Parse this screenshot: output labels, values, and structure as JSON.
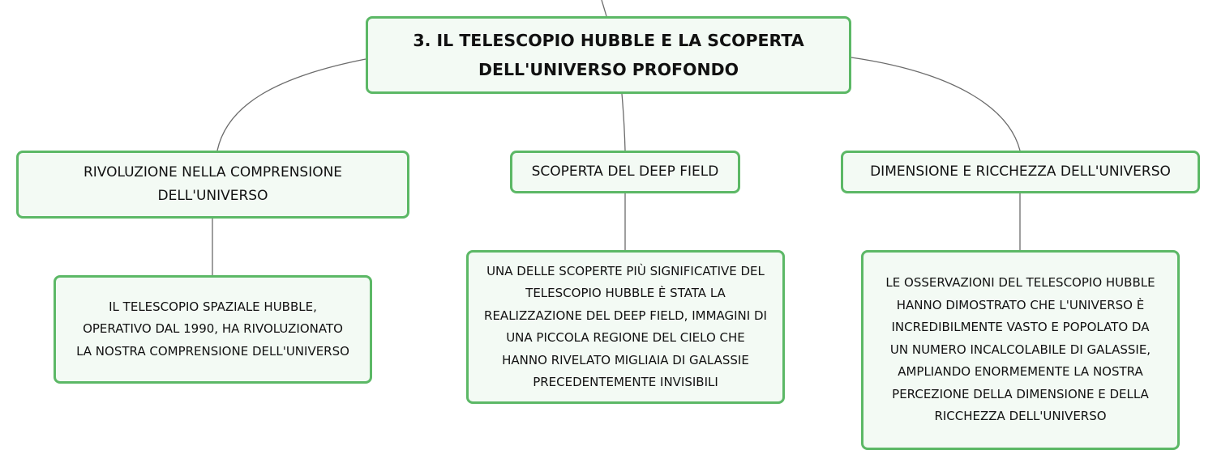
{
  "colors": {
    "node_border": "#5cb866",
    "node_fill": "#f3faf4",
    "connector": "#6b6b6b",
    "text": "#111111"
  },
  "root": {
    "label": "3. IL TELESCOPIO HUBBLE E LA SCOPERTA\nDELL'UNIVERSO PROFONDO"
  },
  "branches": [
    {
      "label": "RIVOLUZIONE NELLA COMPRENSIONE\nDELL'UNIVERSO",
      "detail": "IL TELESCOPIO SPAZIALE HUBBLE,\nOPERATIVO DAL 1990, HA RIVOLUZIONATO\nLA NOSTRA COMPRENSIONE DELL'UNIVERSO"
    },
    {
      "label": "SCOPERTA DEL DEEP FIELD",
      "detail": "UNA DELLE SCOPERTE PIÙ SIGNIFICATIVE DEL\nTELESCOPIO HUBBLE È STATA LA\nREALIZZAZIONE DEL DEEP FIELD, IMMAGINI DI\nUNA PICCOLA REGIONE DEL CIELO CHE\nHANNO RIVELATO MIGLIAIA DI GALASSIE\nPRECEDENTEMENTE INVISIBILI"
    },
    {
      "label": "DIMENSIONE E RICCHEZZA DELL'UNIVERSO",
      "detail": "LE OSSERVAZIONI DEL TELESCOPIO HUBBLE\nHANNO DIMOSTRATO CHE L'UNIVERSO È\nINCREDIBILMENTE VASTO E POPOLATO DA\nUN NUMERO INCALCOLABILE DI GALASSIE,\nAMPLIANDO ENORMEMENTE LA NOSTRA\nPERCEZIONE DELLA DIMENSIONE E DELLA\nRICCHEZZA DELL'UNIVERSO"
    }
  ]
}
